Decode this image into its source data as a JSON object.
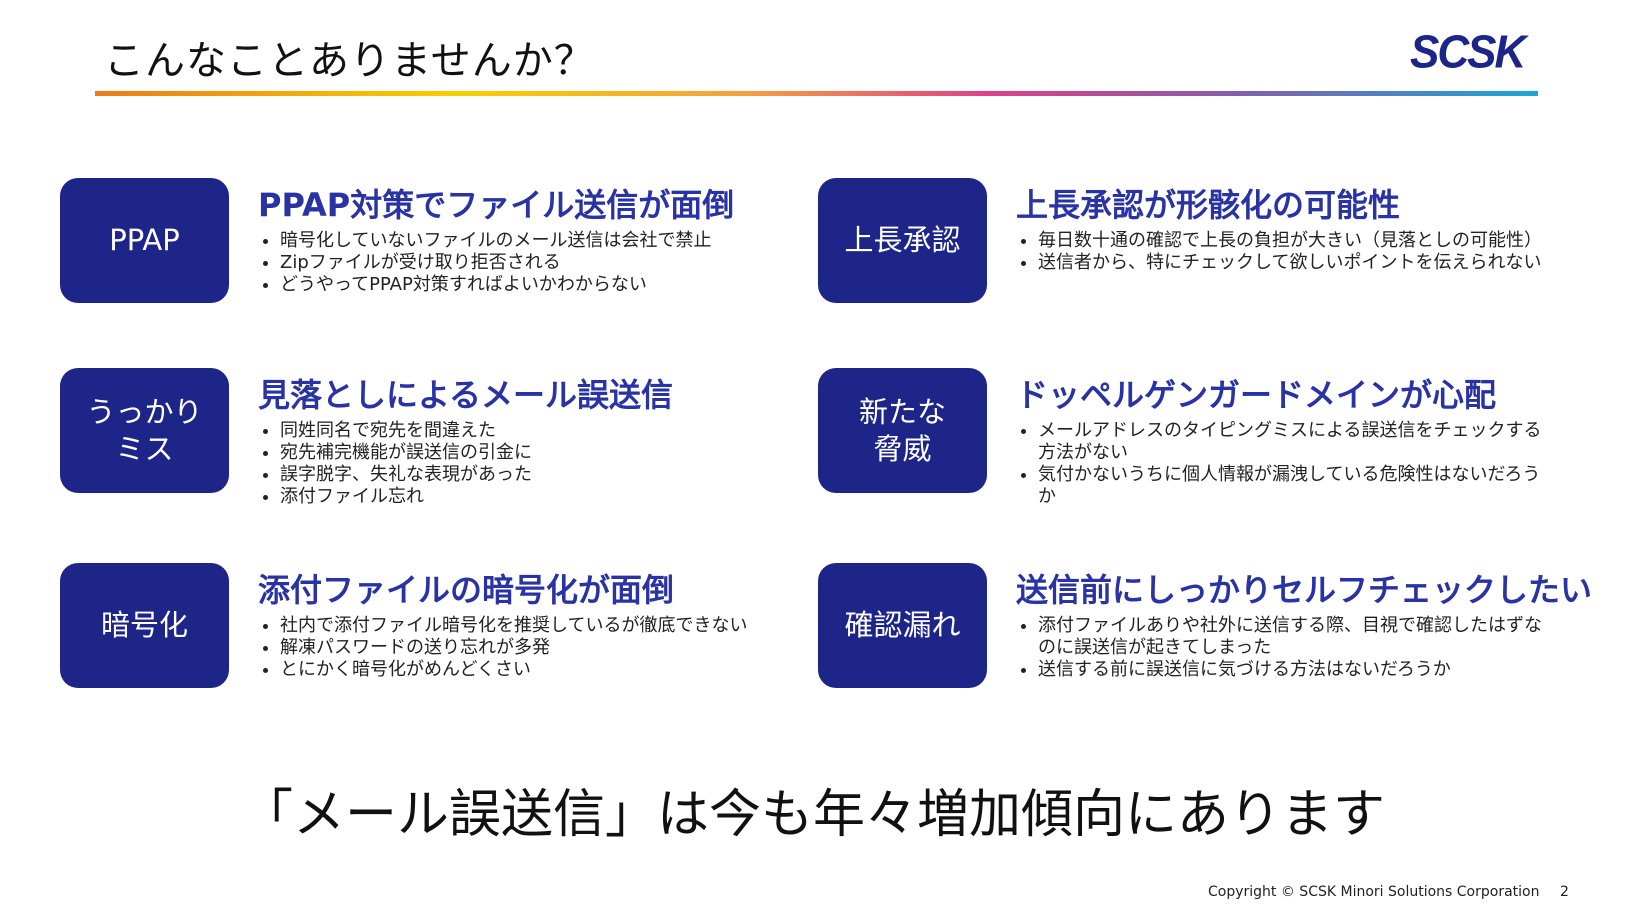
{
  "title": "こんなことありませんか？",
  "logo": "SCSK",
  "cards": [
    {
      "badge": "PPAP",
      "heading": "PPAP対策でファイル送信が面倒",
      "bullets": [
        "暗号化していないファイルのメール送信は会社で禁止",
        "Zipファイルが受け取り拒否される",
        "どうやってPPAP対策すればよいかわからない"
      ]
    },
    {
      "badge": "上長承認",
      "heading": "上長承認が形骸化の可能性",
      "bullets": [
        "毎日数十通の確認で上長の負担が大きい（見落としの可能性）",
        "送信者から、特にチェックして欲しいポイントを伝えられない"
      ]
    },
    {
      "badge": "うっかり\nミス",
      "heading": "見落としによるメール誤送信",
      "bullets": [
        "同姓同名で宛先を間違えた",
        "宛先補完機能が誤送信の引金に",
        "誤字脱字、失礼な表現があった",
        "添付ファイル忘れ"
      ]
    },
    {
      "badge": "新たな\n脅威",
      "heading": "ドッペルゲンガードメインが心配",
      "bullets": [
        "メールアドレスのタイピングミスによる誤送信をチェックする方法がない",
        "気付かないうちに個人情報が漏洩している危険性はないだろうか"
      ]
    },
    {
      "badge": "暗号化",
      "heading": "添付ファイルの暗号化が面倒",
      "bullets": [
        "社内で添付ファイル暗号化を推奨しているが徹底できない",
        "解凍パスワードの送り忘れが多発",
        "とにかく暗号化がめんどくさい"
      ]
    },
    {
      "badge": "確認漏れ",
      "heading": "送信前にしっかりセルフチェックしたい",
      "bullets": [
        "添付ファイルありや社外に送信する際、目視で確認したはずなのに誤送信が起きてしまった",
        "送信する前に誤送信に気づける方法はないだろうか"
      ]
    }
  ],
  "bottom_message": "「メール誤送信」は今も年々増加傾向にあります",
  "copyright": "Copyright © SCSK Minori Solutions Corporation",
  "page_number": "2"
}
